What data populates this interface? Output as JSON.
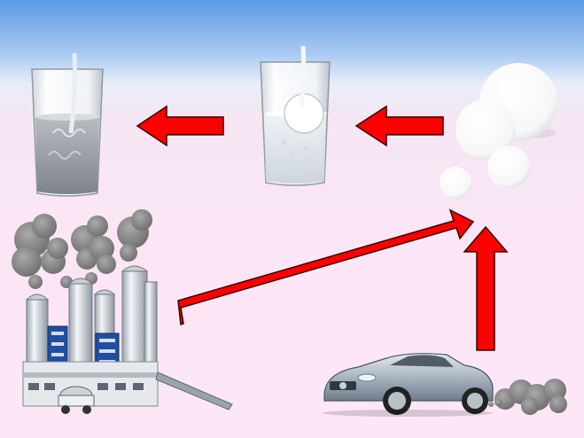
{
  "scene": {
    "description_items": [
      "glass-cloudy-water",
      "glass-clear-water-with-tablet",
      "white-spheres",
      "industrial-plant-with-smoke",
      "silver-car-with-exhaust"
    ]
  },
  "colors": {
    "sky_top": "#5b9be6",
    "background": "#fde7f6",
    "arrow_fill": "#ff0000",
    "arrow_stroke": "#3a0000",
    "smoke": "#8a8a8a",
    "silo": "#d9dde2",
    "blue_panel": "#1f4fa3",
    "car_body": "#aab6c4"
  }
}
